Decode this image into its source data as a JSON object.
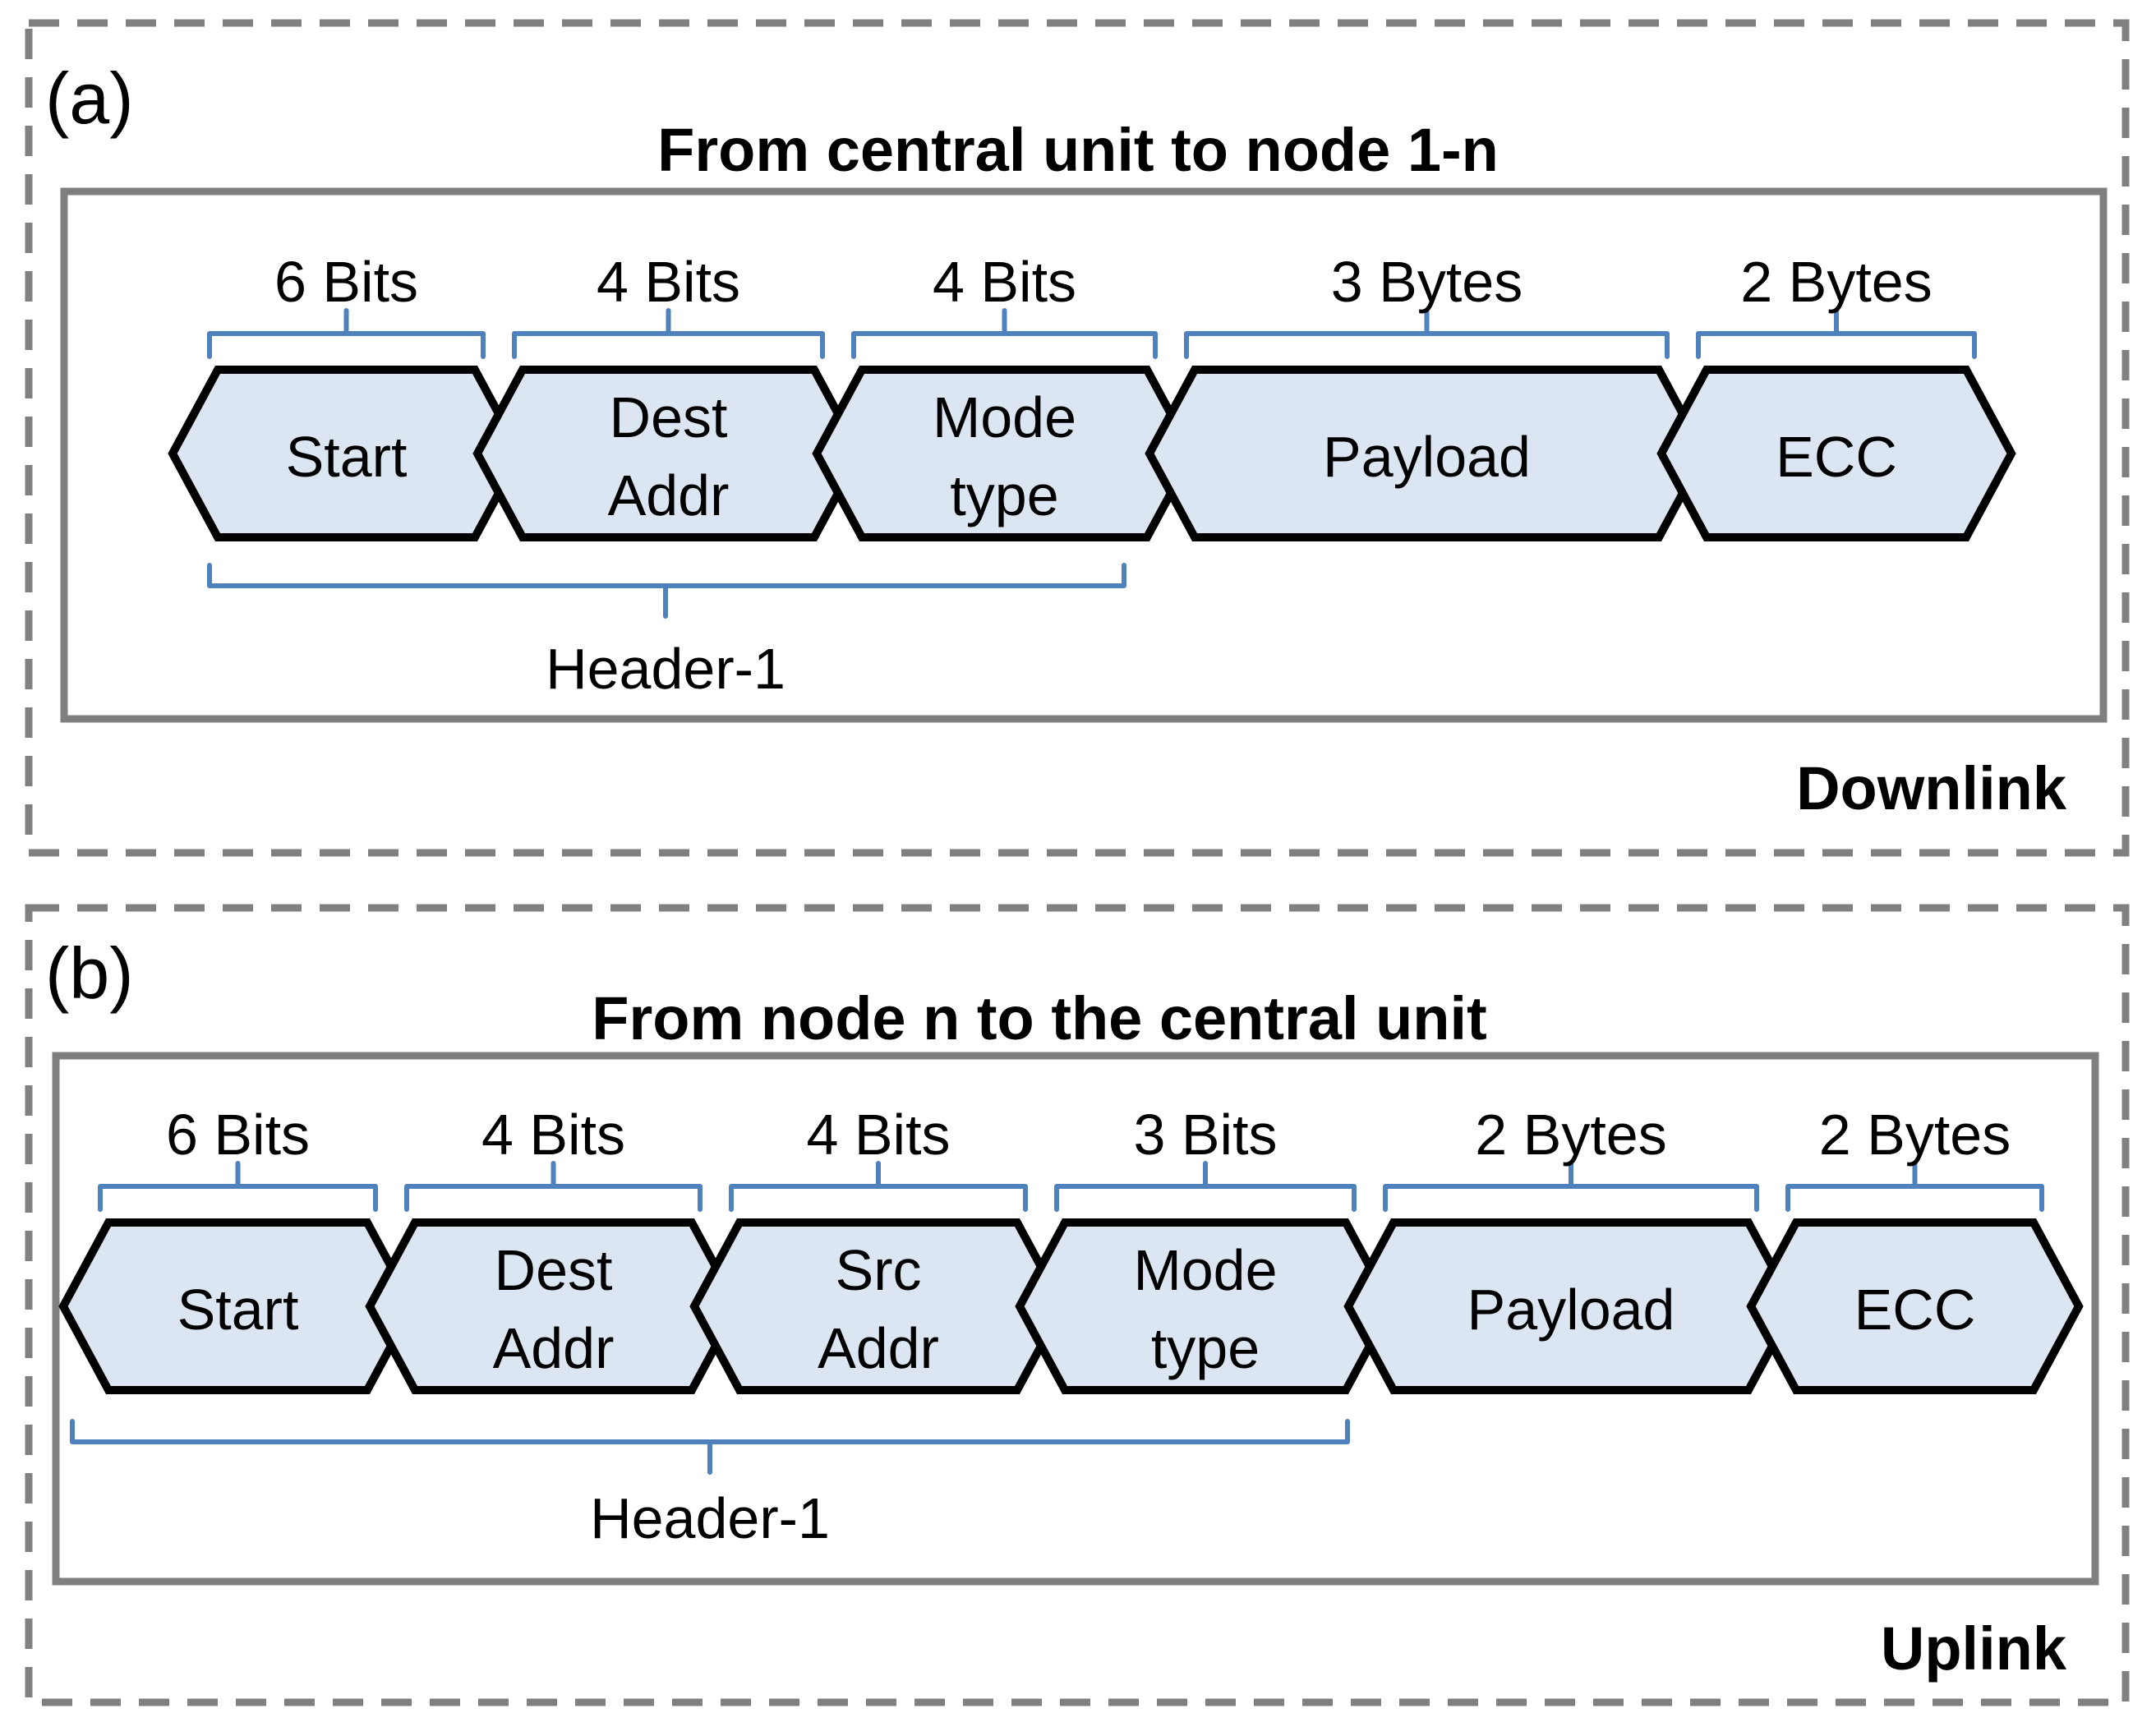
{
  "panels": [
    {
      "id": "a",
      "tag": "(a)",
      "title": "From central unit to node 1-n",
      "link_label": "Downlink",
      "header_brace_label": "Header-1",
      "fields": [
        {
          "size": "6 Bits",
          "lines": [
            "Start"
          ]
        },
        {
          "size": "4 Bits",
          "lines": [
            "Dest",
            "Addr"
          ]
        },
        {
          "size": "4 Bits",
          "lines": [
            "Mode",
            "type"
          ]
        },
        {
          "size": "3 Bytes",
          "lines": [
            "Payload"
          ]
        },
        {
          "size": "2 Bytes",
          "lines": [
            "ECC"
          ]
        }
      ]
    },
    {
      "id": "b",
      "tag": "(b)",
      "title": "From node n to the central unit",
      "link_label": "Uplink",
      "header_brace_label": "Header-1",
      "fields": [
        {
          "size": "6 Bits",
          "lines": [
            "Start"
          ]
        },
        {
          "size": "4 Bits",
          "lines": [
            "Dest",
            "Addr"
          ]
        },
        {
          "size": "4 Bits",
          "lines": [
            "Src",
            "Addr"
          ]
        },
        {
          "size": "3 Bits",
          "lines": [
            "Mode",
            "type"
          ]
        },
        {
          "size": "2 Bytes",
          "lines": [
            "Payload"
          ]
        },
        {
          "size": "2 Bytes",
          "lines": [
            "ECC"
          ]
        }
      ]
    }
  ],
  "colors": {
    "hexagon_fill": "#dce6f2",
    "hexagon_stroke": "#000000",
    "brace_blue": "#4f81bd",
    "frame_gray": "#7f7f7f",
    "text": "#000000",
    "background": "#ffffff"
  }
}
